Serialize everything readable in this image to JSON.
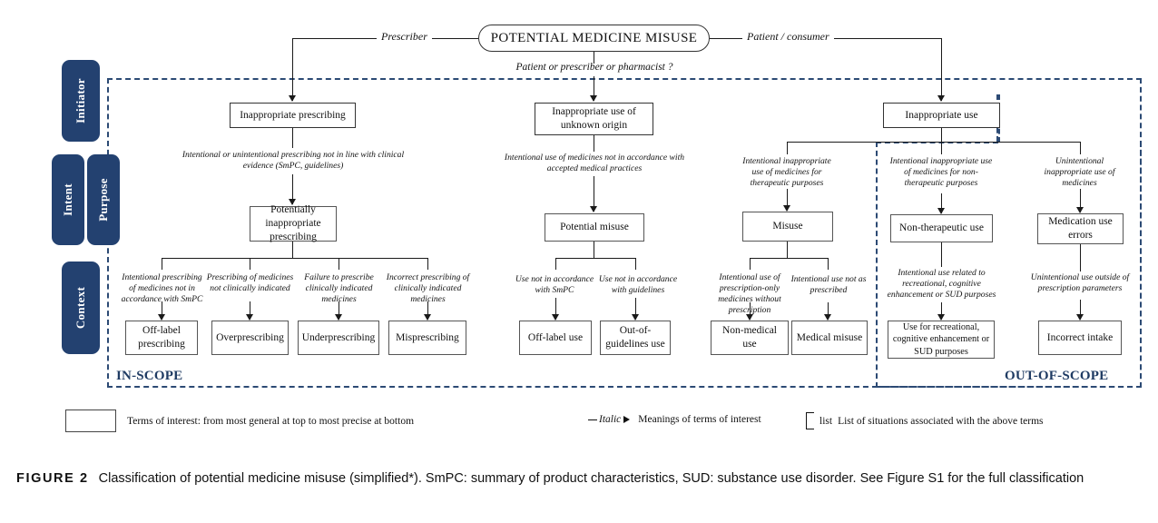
{
  "figure": {
    "root_label": "POTENTIAL MEDICINE MISUSE",
    "left_edge_label": "Prescriber",
    "right_edge_label": "Patient / consumer",
    "question_label": "Patient or prescriber or pharmacist ?",
    "scope": {
      "in_scope_label": "IN-SCOPE",
      "out_of_scope_label": "OUT-OF-SCOPE",
      "border_color": "#2c4a74"
    },
    "sidebar": {
      "accent_color": "#234170",
      "items": [
        {
          "label": "Initiator"
        },
        {
          "label": "Intent"
        },
        {
          "label": "Purpose"
        },
        {
          "label": "Context"
        }
      ]
    },
    "branches": [
      {
        "id": "inappropriate-prescribing",
        "title": "Inappropriate prescribing",
        "meaning": "Intentional or unintentional prescribing not in line with clinical evidence (SmPC, guidelines)",
        "child": "Potentially inappropriate prescribing",
        "leaves": [
          {
            "meaning": "Intentional prescribing of medicines not in accordance with SmPC",
            "term": "Off-label prescribing"
          },
          {
            "meaning": "Prescribing of medicines not clinically indicated",
            "term": "Overprescribing"
          },
          {
            "meaning": "Failure to prescribe clinically indicated medicines",
            "term": "Underprescribing"
          },
          {
            "meaning": "Incorrect prescribing of clinically indicated medicines",
            "term": "Misprescribing"
          }
        ]
      },
      {
        "id": "inappropriate-use-unknown-origin",
        "title": "Inappropriate use of unknown origin",
        "meaning": "Intentional use of medicines not in accordance with accepted medical practices",
        "child": "Potential misuse",
        "leaves": [
          {
            "meaning": "Use not in accordance with SmPC",
            "term": "Off-label use"
          },
          {
            "meaning": "Use not in accordance with guidelines",
            "term": "Out-of-guidelines use"
          }
        ]
      },
      {
        "id": "inappropriate-use",
        "title": "Inappropriate use",
        "subbranches": [
          {
            "meaning": "Intentional inappropriate use of medicines for therapeutic purposes",
            "child": "Misuse",
            "leaves": [
              {
                "meaning": "Intentional use of prescription-only medicines without prescription",
                "term": "Non-medical use"
              },
              {
                "meaning": "Intentional use not as prescribed",
                "term": "Medical misuse"
              }
            ]
          },
          {
            "meaning": "Intentional inappropriate use of medicines for non-therapeutic purposes",
            "child": "Non-therapeutic use",
            "leaves": [
              {
                "meaning": "Intentional use related to recreational, cognitive enhancement or SUD purposes",
                "term": "Use for recreational, cognitive enhancement or SUD purposes"
              }
            ]
          },
          {
            "meaning": "Unintentional inappropriate use of medicines",
            "child": "Medication use errors",
            "leaves": [
              {
                "meaning": "Unintentional use outside of prescription parameters",
                "term": "Incorrect intake"
              }
            ]
          }
        ]
      }
    ],
    "legend": [
      {
        "icon": "box-icon",
        "text": "Terms of interest: from most general at top to most precise at bottom"
      },
      {
        "icon": "arrow-icon",
        "italic": "Italic",
        "text": "Meanings of terms of interest"
      },
      {
        "icon": "bracket-icon",
        "word": "list",
        "text": "List of situations associated with the above terms"
      }
    ],
    "caption": {
      "label": "FIGURE 2",
      "text": "Classification of potential medicine misuse (simplified*). SmPC: summary of product characteristics, SUD: substance use disorder. See Figure S1 for the full classification"
    }
  }
}
